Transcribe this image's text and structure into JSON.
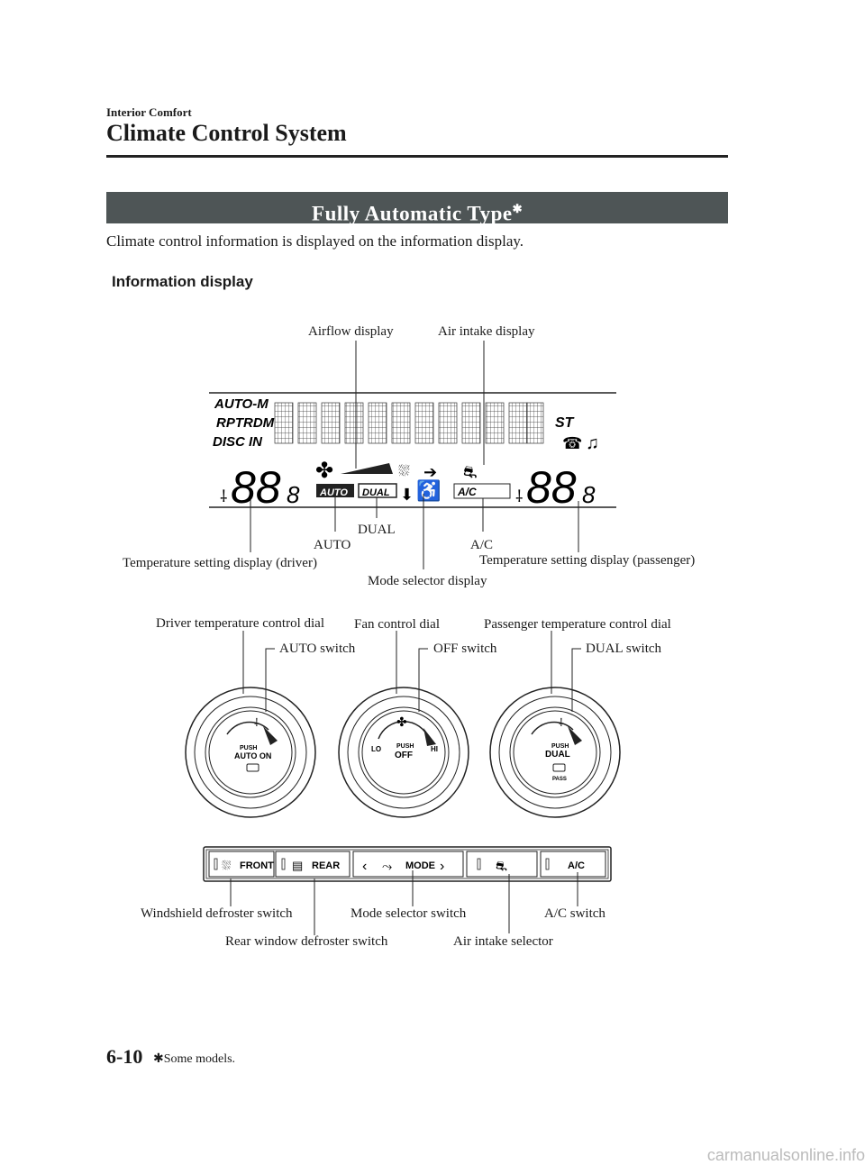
{
  "header": {
    "section": "Interior Comfort",
    "title": "Climate Control System"
  },
  "banner": {
    "title": "Fully Automatic Type",
    "star": "✱"
  },
  "intro": "Climate control information is displayed on the information display.",
  "subheading": "Information display",
  "display": {
    "left_labels": [
      "AUTO-M",
      "RPTRDM",
      "DISC IN"
    ],
    "right_label": "ST",
    "temp_digits": "88",
    "temp_decimal": "8",
    "auto_badge": "AUTO",
    "dual_badge": "DUAL",
    "ac_badge": "A/C"
  },
  "display_callouts": {
    "airflow": "Airflow display",
    "air_intake": "Air intake display",
    "dual": "DUAL",
    "auto": "AUTO",
    "ac": "A/C",
    "temp_driver": "Temperature setting display (driver)",
    "temp_passenger": "Temperature setting display (passenger)",
    "mode_selector": "Mode selector display"
  },
  "dial_callouts": {
    "driver_dial": "Driver temperature control dial",
    "fan_dial": "Fan control dial",
    "passenger_dial": "Passenger temperature control dial",
    "auto_switch": "AUTO switch",
    "off_switch": "OFF switch",
    "dual_switch": "DUAL switch"
  },
  "dials": {
    "push": "PUSH",
    "auto_on": "AUTO ON",
    "off": "OFF",
    "dual": "DUAL",
    "pass": "PASS",
    "lo": "LO",
    "hi": "HI"
  },
  "button_bar": {
    "front": "FRONT",
    "rear": "REAR",
    "mode": "MODE",
    "ac": "A/C"
  },
  "bar_callouts": {
    "windshield": "Windshield defroster switch",
    "rear_window": "Rear window defroster switch",
    "mode_switch": "Mode selector switch",
    "air_intake_selector": "Air intake selector",
    "ac_switch": "A/C switch"
  },
  "footer": {
    "page": "6-10",
    "note": "✱Some models.",
    "watermark": "carmanualsonline.info"
  }
}
